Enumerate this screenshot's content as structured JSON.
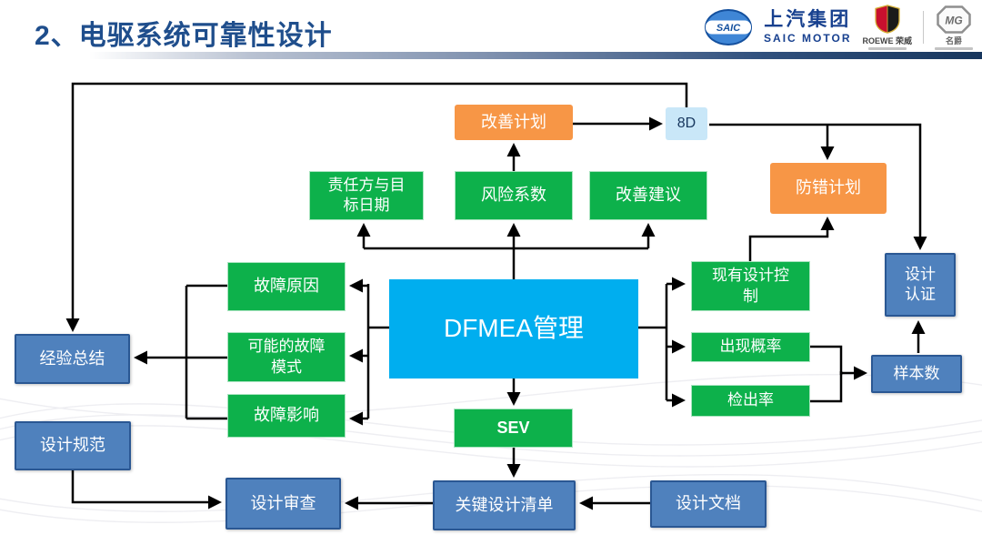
{
  "header": {
    "title": "2、电驱系统可靠性设计",
    "brand": {
      "saic_badge": "SAIC",
      "name_cn": "上汽集团",
      "name_en": "SAIC MOTOR",
      "roewe_label": "ROEWE 荣威",
      "mg_badge": "MG",
      "mg_label": "名爵"
    }
  },
  "palette": {
    "title": "#1F4E8C",
    "green": "#0DB14B",
    "orange": "#F79646",
    "cyan": "#00AEEF",
    "blue_fill": "#4F81BD",
    "blue_border": "#2A5793",
    "lightblue": "#C9E7F8",
    "line": "#000000"
  },
  "diagram": {
    "nodes": [
      {
        "id": "improve-plan",
        "label": "改善计划",
        "type": "orange"
      },
      {
        "id": "eight-d",
        "label": "8D",
        "type": "lightblue"
      },
      {
        "id": "responsible-target-date",
        "label": "责任方与目\n标日期",
        "type": "green"
      },
      {
        "id": "risk-factor",
        "label": "风险系数",
        "type": "green"
      },
      {
        "id": "improve-suggestion",
        "label": "改善建议",
        "type": "green"
      },
      {
        "id": "error-proof-plan",
        "label": "防错计划",
        "type": "orange"
      },
      {
        "id": "failure-cause",
        "label": "故障原因",
        "type": "green"
      },
      {
        "id": "possible-failure-mode",
        "label": "可能的故障\n模式",
        "type": "green"
      },
      {
        "id": "failure-effect",
        "label": "故障影响",
        "type": "green"
      },
      {
        "id": "dfmea-management",
        "label": "DFMEA管理",
        "type": "cyan"
      },
      {
        "id": "existing-design-control",
        "label": "现有设计控\n制",
        "type": "green"
      },
      {
        "id": "occurrence-probability",
        "label": "出现概率",
        "type": "green"
      },
      {
        "id": "detection-rate",
        "label": "检出率",
        "type": "green"
      },
      {
        "id": "sample-count",
        "label": "样本数",
        "type": "blue"
      },
      {
        "id": "design-verification",
        "label": "设计\n认证",
        "type": "blue"
      },
      {
        "id": "lessons-learned",
        "label": "经验总结",
        "type": "blue"
      },
      {
        "id": "design-spec",
        "label": "设计规范",
        "type": "blue"
      },
      {
        "id": "sev",
        "label": "SEV",
        "type": "green"
      },
      {
        "id": "key-design-list",
        "label": "关键设计清单",
        "type": "blue"
      },
      {
        "id": "design-review",
        "label": "设计审查",
        "type": "blue"
      },
      {
        "id": "design-document",
        "label": "设计文档",
        "type": "blue"
      }
    ]
  }
}
